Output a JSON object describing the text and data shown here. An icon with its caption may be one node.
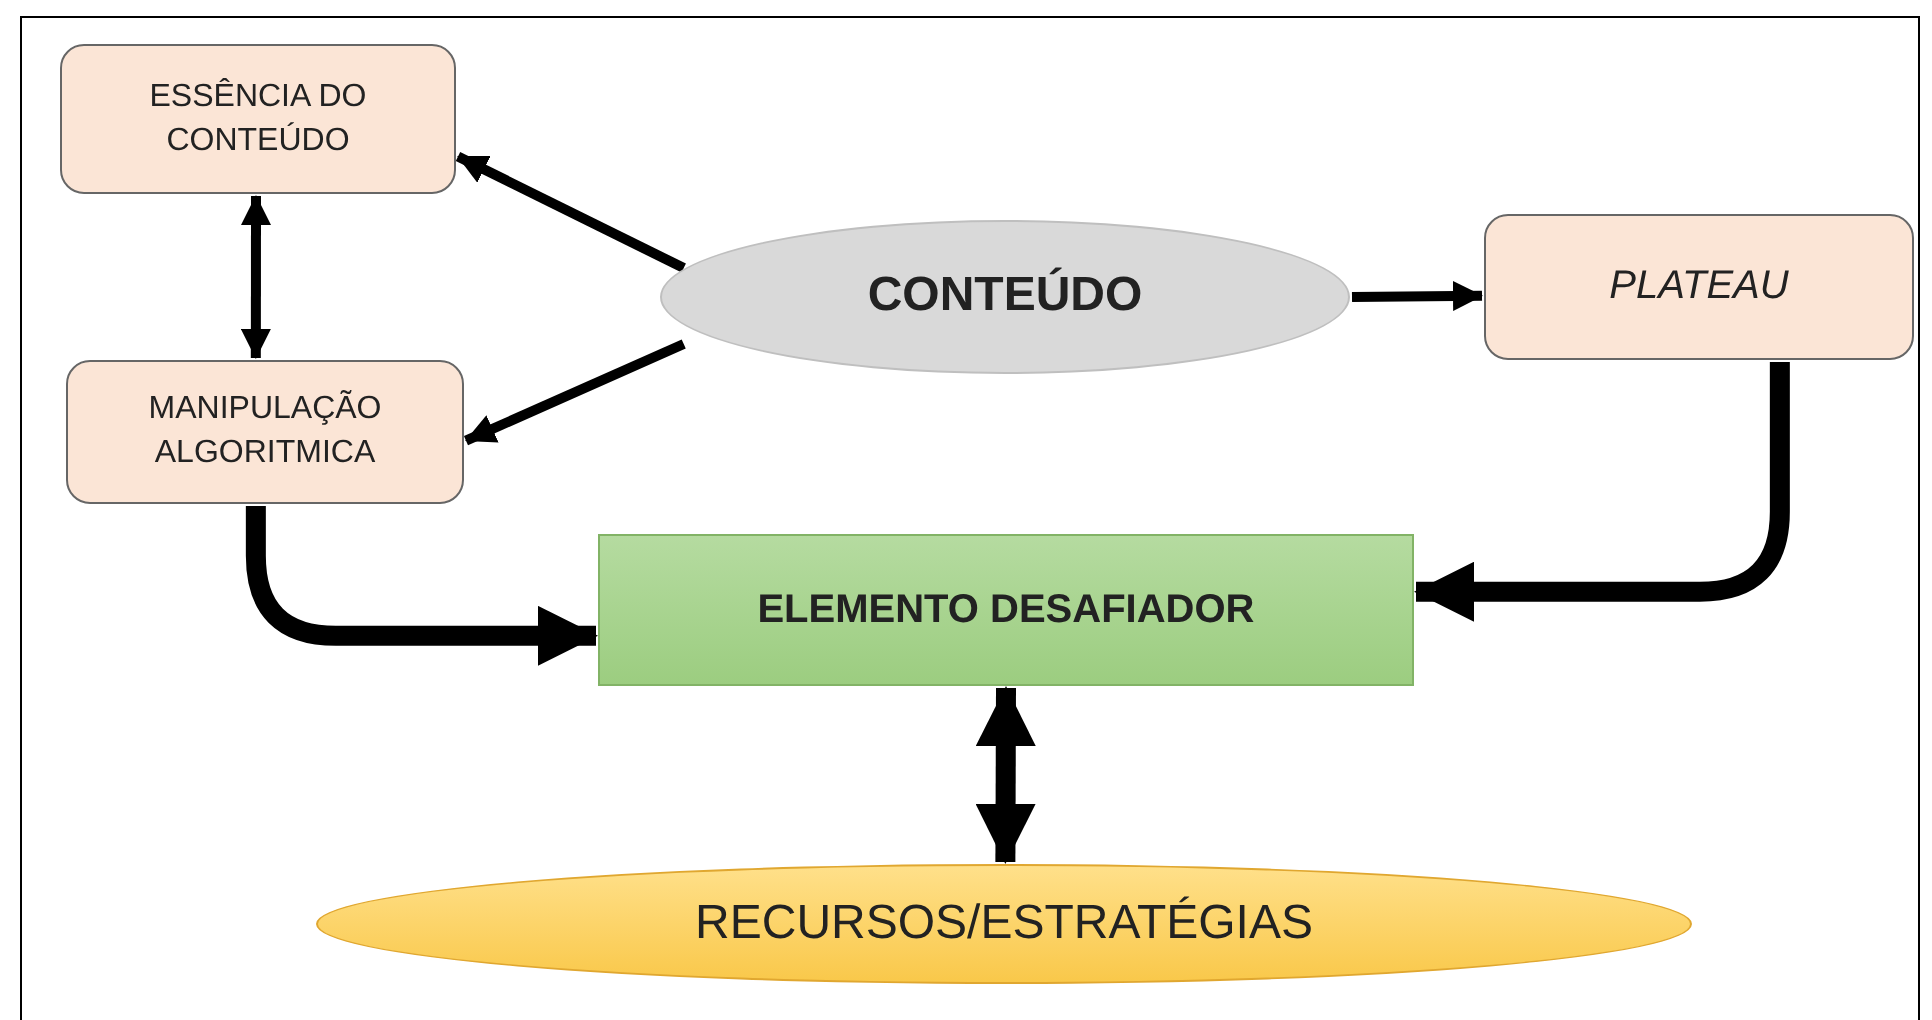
{
  "diagram": {
    "nodes": [
      {
        "text": [
          "ESSÊNCIA DO CONTEÚDO"
        ]
      },
      {
        "text": [
          "CONTEÚDO"
        ]
      },
      {
        "text": [
          "PLATEAU"
        ]
      },
      {
        "text": [
          "MANIPULAÇÃO ALGORITMICA"
        ]
      },
      {
        "text": [
          "ELEMENTO DESAFIADOR"
        ]
      },
      {
        "text": [
          "RECURSOS/ESTRATÉGIAS"
        ]
      }
    ],
    "edges": [
      {
        "from": 1,
        "to": 0,
        "arrow": "to"
      },
      {
        "from": 1,
        "to": 3,
        "arrow": "to"
      },
      {
        "from": 0,
        "to": 3,
        "arrow": "both"
      },
      {
        "from": 1,
        "to": 2,
        "arrow": "to"
      },
      {
        "from": 3,
        "to": 4,
        "arrow": "to",
        "style": "thick"
      },
      {
        "from": 2,
        "to": 4,
        "arrow": "to",
        "style": "thick"
      },
      {
        "from": 4,
        "to": 5,
        "arrow": "both",
        "style": "thick"
      }
    ]
  }
}
